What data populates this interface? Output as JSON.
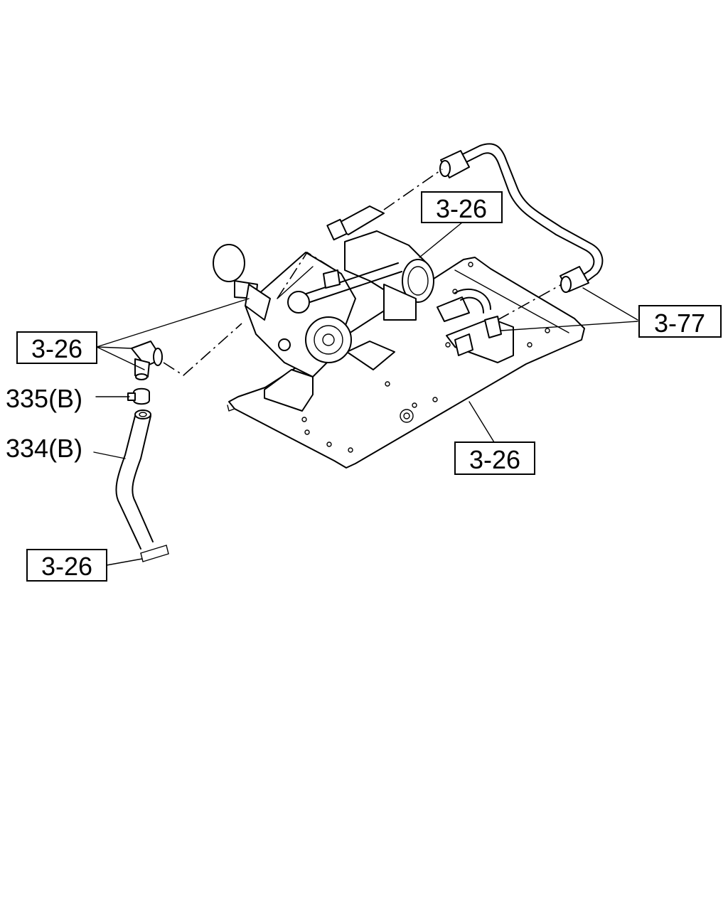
{
  "callouts": {
    "top_center": "3-26",
    "right": "3-77",
    "left_elbow": "3-26",
    "part_335": "335(B)",
    "part_334": "334(B)",
    "bottom_left": "3-26",
    "plate": "3-26"
  }
}
